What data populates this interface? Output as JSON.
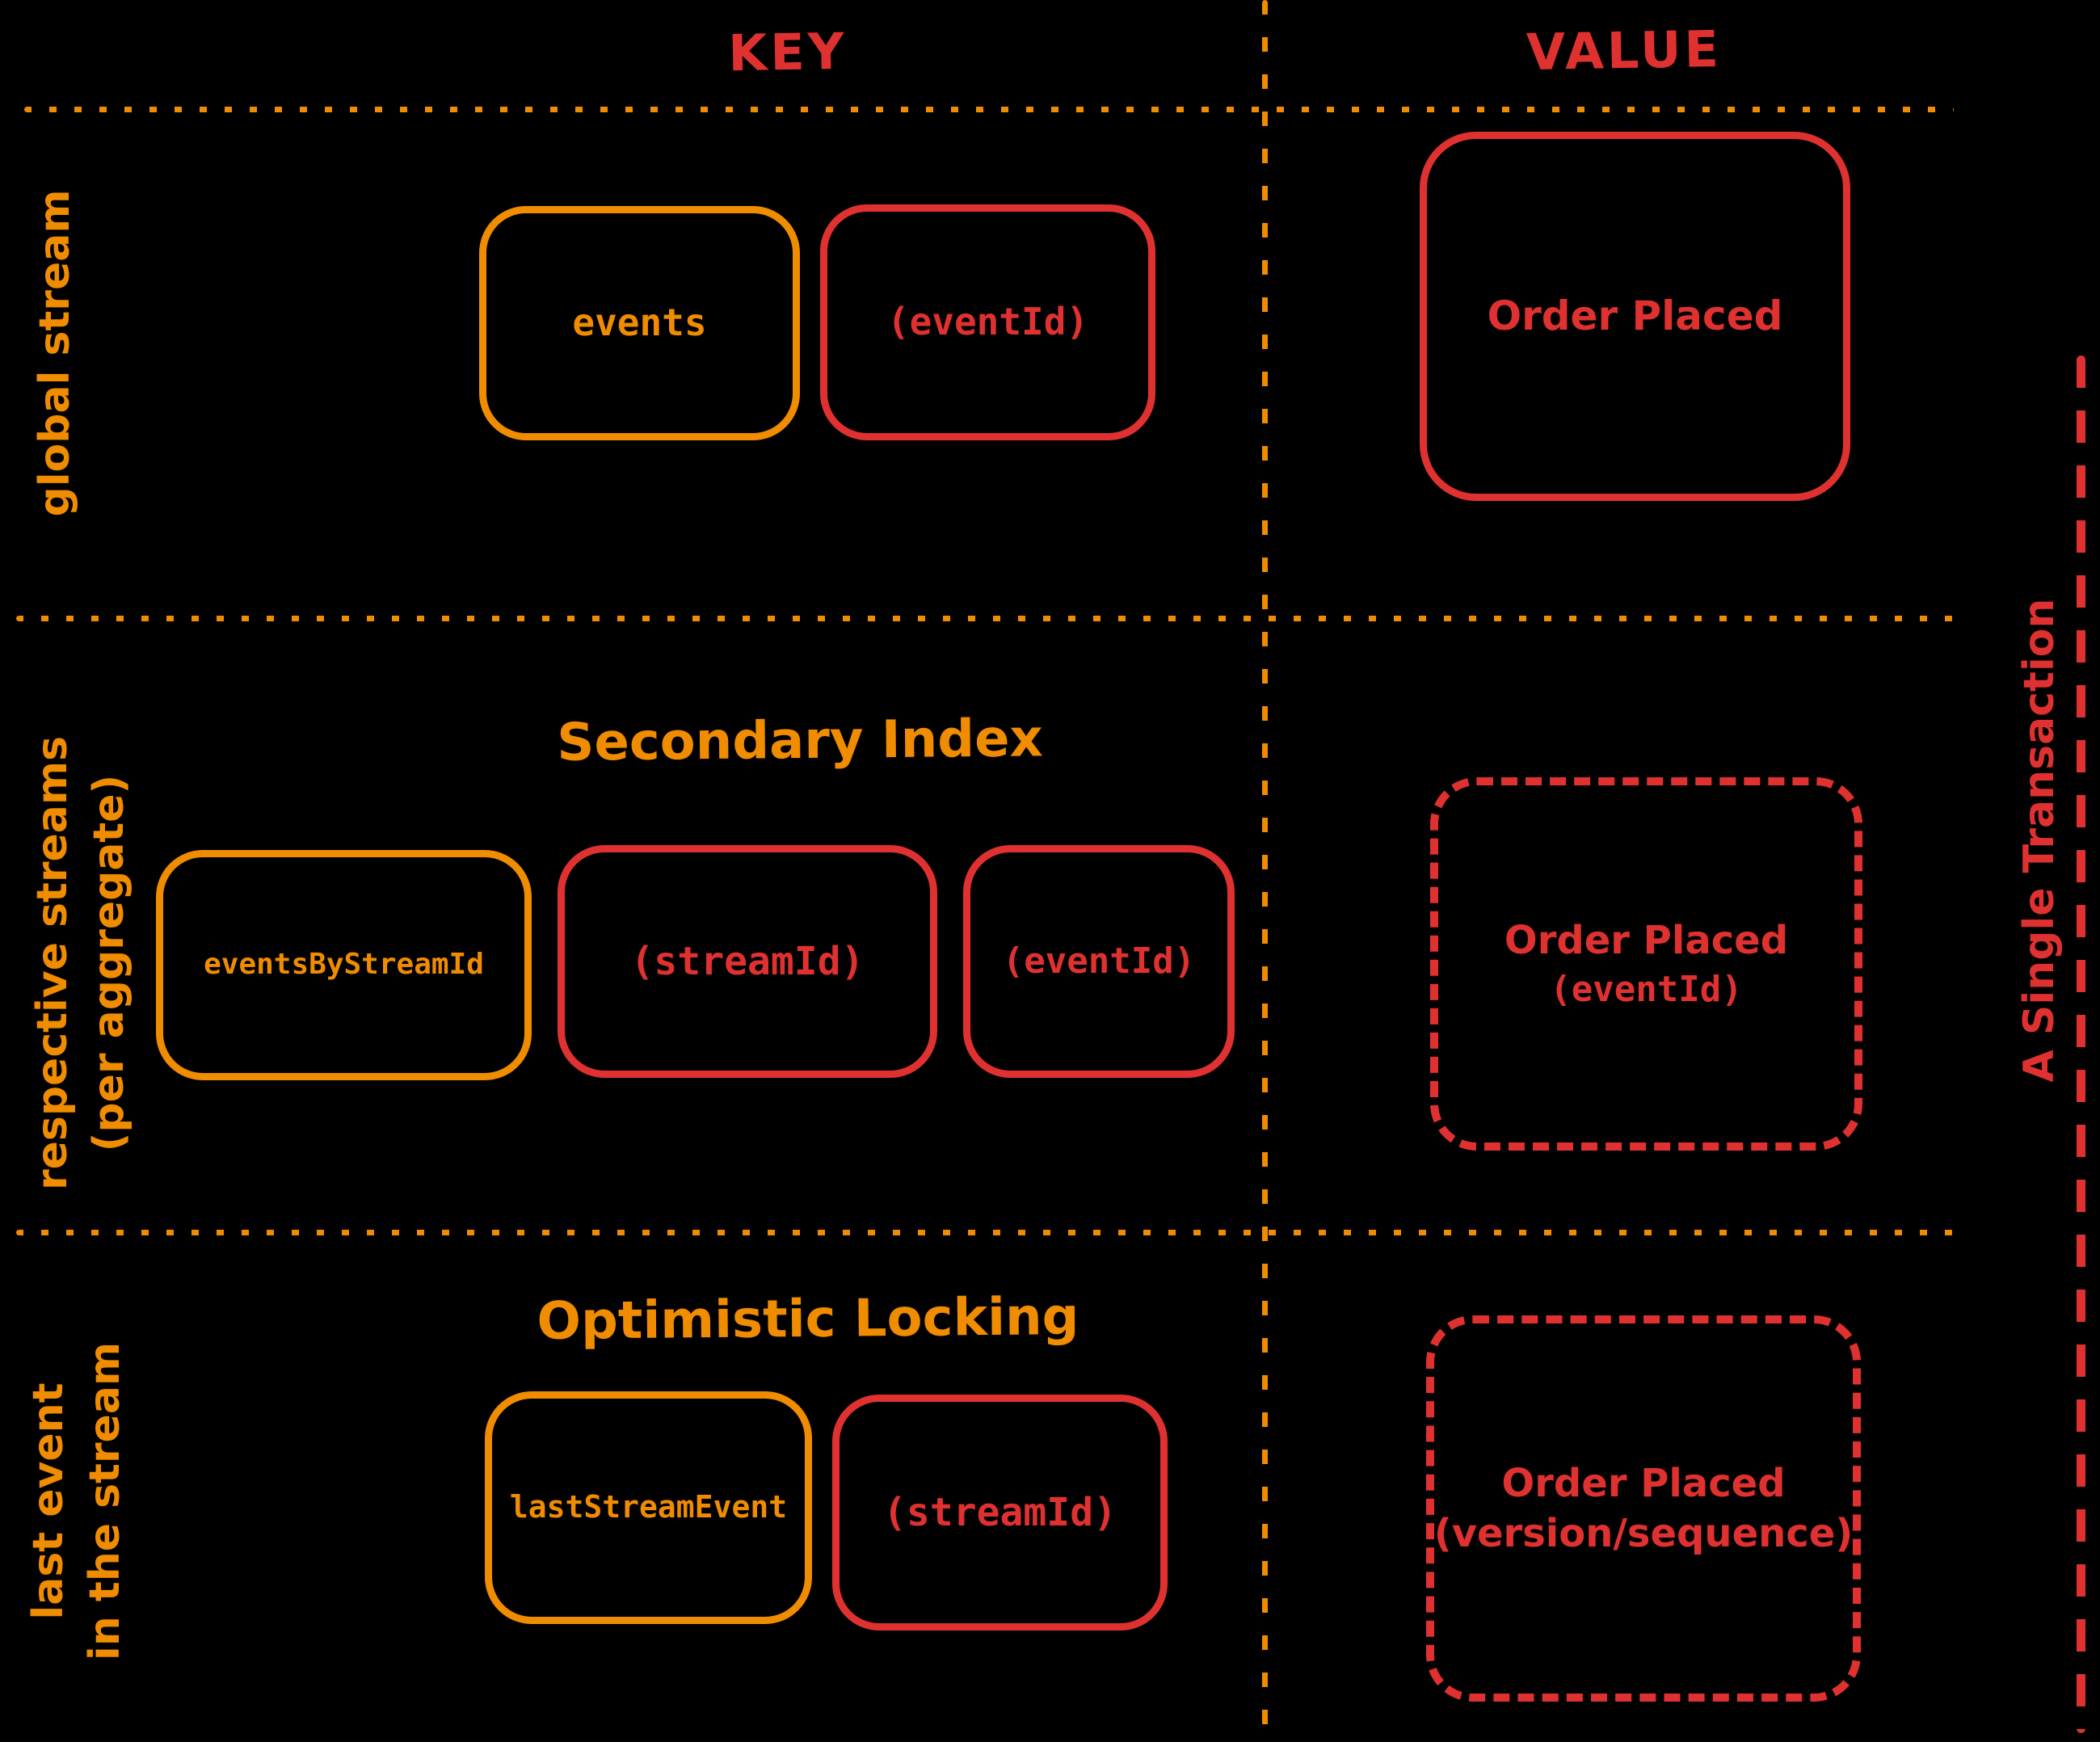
{
  "colors": {
    "orange": "#f08c00",
    "red": "#e03131",
    "background": "#000000"
  },
  "headers": {
    "key": "KEY",
    "value": "VALUE"
  },
  "side_labels": {
    "global_stream": {
      "line1": "global stream"
    },
    "respective_streams": {
      "line1": "respective streams",
      "line2": "(per aggregate)"
    },
    "last_event": {
      "line1": "last event",
      "line2": "in the stream"
    },
    "transaction": {
      "line1": "A Single Transaction"
    }
  },
  "rows": {
    "global": {
      "key_box_table": "events",
      "key_box_key": "(eventId)",
      "value_box": {
        "line1": "Order Placed"
      }
    },
    "secondary_index": {
      "title": "Secondary Index",
      "key_box_table": "eventsByStreamId",
      "key_box_key1": "(streamId)",
      "key_box_key2": "(eventId)",
      "value_box": {
        "line1": "Order Placed",
        "line2": "(eventId)"
      }
    },
    "optimistic_locking": {
      "title": "Optimistic Locking",
      "key_box_table": "lastStreamEvent",
      "key_box_key": "(streamId)",
      "value_box": {
        "line1": "Order Placed",
        "line2": "(version/sequence)"
      }
    }
  }
}
